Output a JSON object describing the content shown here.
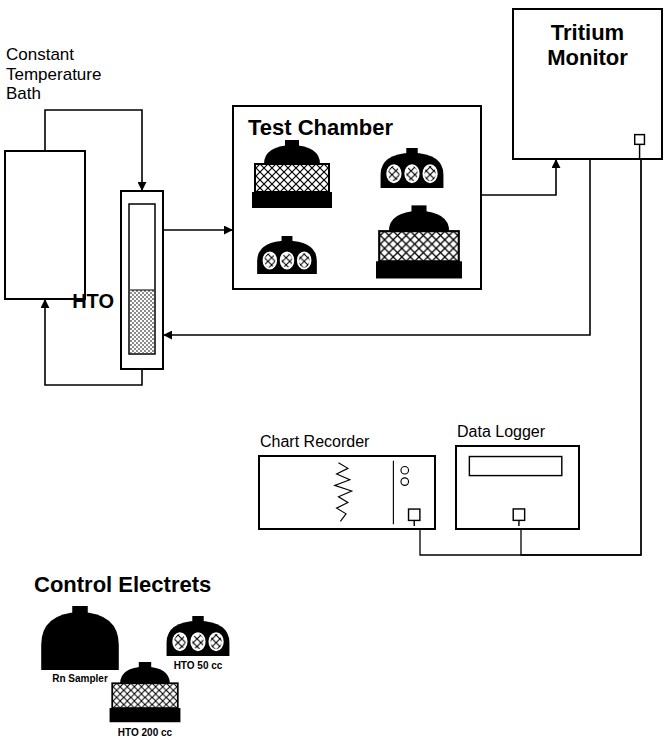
{
  "diagram": {
    "nodes": [
      {
        "text": [
          "Constant Temperature Bath"
        ]
      },
      {
        "text": [
          "Tritium Monitor"
        ]
      },
      {
        "text": [
          "Test Chamber"
        ]
      },
      {
        "text": [
          "HTO"
        ]
      },
      {
        "text": [
          "Chart Recorder"
        ]
      },
      {
        "text": [
          "Data Logger"
        ]
      }
    ],
    "edges": [
      {
        "from": 0,
        "to": 3,
        "arrow": "to"
      },
      {
        "from": 3,
        "to": 0,
        "arrow": "to"
      },
      {
        "from": 3,
        "to": 2,
        "arrow": "to"
      },
      {
        "from": 2,
        "to": 1,
        "arrow": "to"
      },
      {
        "from": 1,
        "to": 3,
        "arrow": "to"
      },
      {
        "from": 1,
        "to": 4,
        "arrow": "none"
      },
      {
        "from": 1,
        "to": 5,
        "arrow": "none"
      }
    ],
    "labels": [
      "Control Electrets",
      "Rn Sampler",
      "HTO 50 cc",
      "HTO 200 cc"
    ]
  }
}
